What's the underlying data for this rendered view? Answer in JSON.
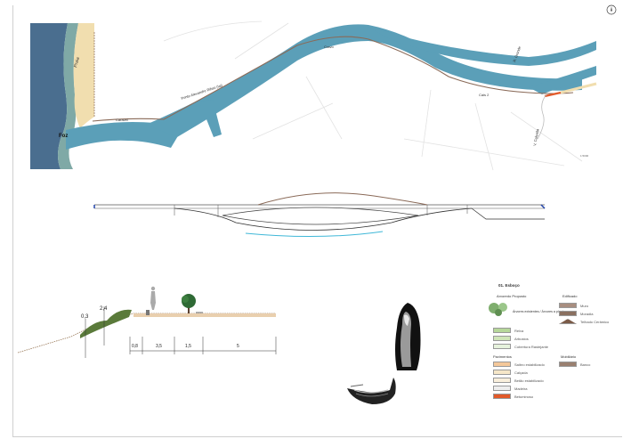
{
  "map": {
    "labels": {
      "praia": "Praia",
      "foz": "Foz",
      "caravel_a": "Ponte Alexandre Ribas (lat)",
      "caravel_b": "Caravel",
      "road_top": "Cravo",
      "east_1": "R. Grande",
      "east_2": "V. Calçada",
      "east_3": "Cais 2"
    },
    "scale_note": "1:5000"
  },
  "section": {
    "dims": [
      "0,8",
      "3,5",
      "1,5",
      "5"
    ],
    "heights": [
      "0,3",
      "2,4"
    ]
  },
  "legend": {
    "title": "01. Esboço",
    "groups": [
      {
        "title": "Arvoredo Proposto",
        "items": [
          "Árvores existentes / Árvores a plantar"
        ]
      },
      {
        "title": "Edificado",
        "items": [
          "Muro",
          "Moradia",
          "Telhado Cerâmico"
        ]
      },
      {
        "title": "",
        "items": [
          "Relva",
          "Arbustos",
          "Cobertura Rastejante"
        ]
      },
      {
        "title": "Pavimentos",
        "items": [
          "Saibro estabilizado",
          "Calçada",
          "Betão estabilizado",
          "Madeira",
          "Betuminoso"
        ]
      },
      {
        "title": "Mobiliário",
        "items": [
          "Banco"
        ]
      }
    ]
  },
  "colors": {
    "river": "#5b9fb8",
    "sea": "#4a6e8f",
    "sea_light": "#7fa9a6",
    "sand": "#f1deaf",
    "road": "#8a6a58",
    "accent": "#e25a2a"
  },
  "icons": [
    "north-arrow-icon",
    "tree-icon",
    "person-icon",
    "boat-icon",
    "hooded-figure-icon"
  ]
}
